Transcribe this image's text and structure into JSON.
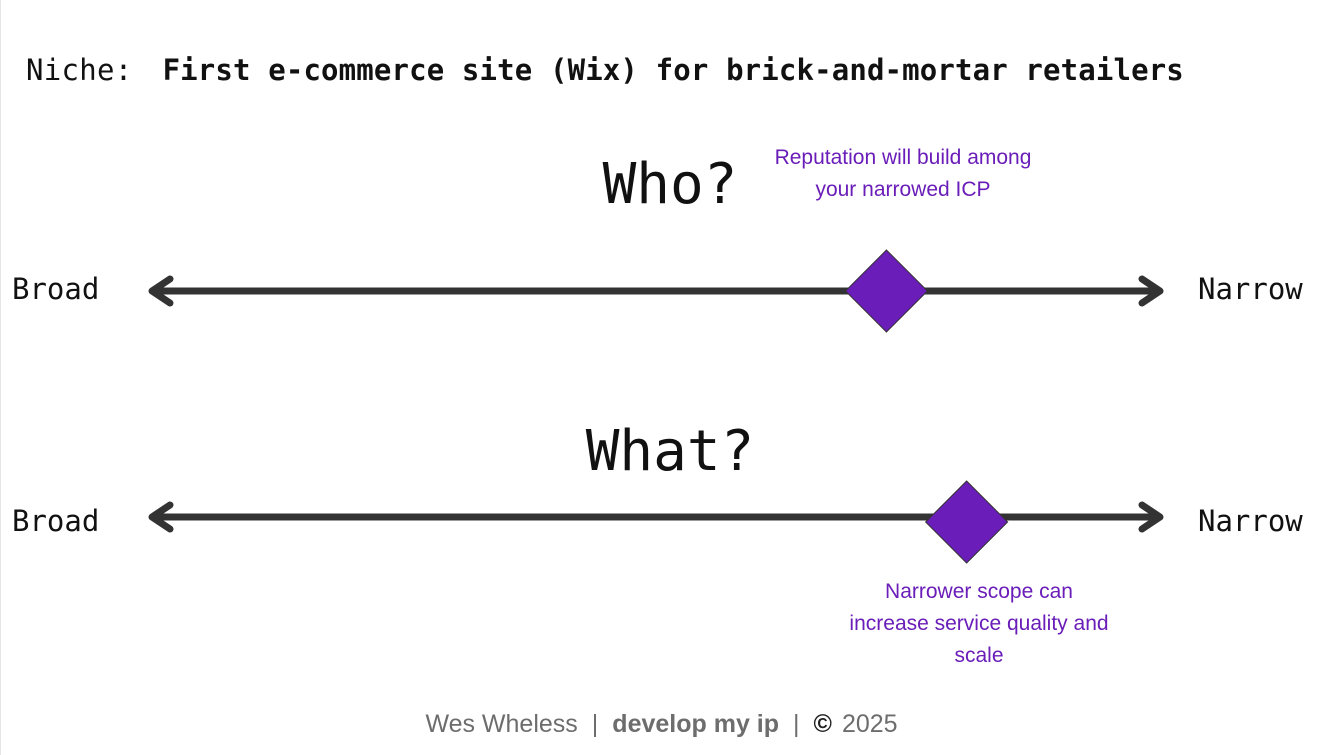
{
  "niche": {
    "label": "Niche:",
    "value": "First e-commerce site (Wix) for brick-and-mortar retailers"
  },
  "scales": [
    {
      "heading": "Who?",
      "left_label": "Broad",
      "right_label": "Narrow",
      "position": 0.73,
      "note": "Reputation will build among your narrowed ICP"
    },
    {
      "heading": "What?",
      "left_label": "Broad",
      "right_label": "Narrow",
      "position": 0.81,
      "note": "Narrower scope can increase service quality and scale"
    }
  ],
  "footer": {
    "author": "Wes Wheless",
    "brand": "develop my ip",
    "copyright_symbol": "©",
    "year": "2025"
  },
  "colors": {
    "marker": "#6a1db8",
    "axis": "#333333",
    "note_text": "#6a1db8"
  }
}
